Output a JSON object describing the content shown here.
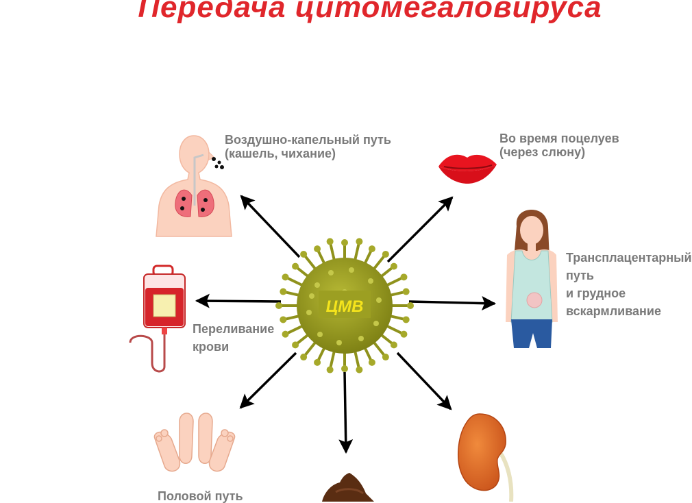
{
  "title": "Передача цитомегаловируса",
  "center": {
    "label": "ЦМВ"
  },
  "routes": {
    "airborne": {
      "line1": "Воздушно-капельный путь",
      "line2": "(кашель, чихание)"
    },
    "kiss": {
      "line1": "Во время поцелуев",
      "line2": "(через слюну)"
    },
    "placental": {
      "line1": "Трансплацентарный",
      "line2": "путь",
      "line3": "и грудное",
      "line4": "вскармливание"
    },
    "blood": {
      "line1": "Переливание",
      "line2": "крови"
    },
    "sexual": {
      "line1": "Половой путь"
    }
  },
  "colors": {
    "title": "#e0262b",
    "label": "#7a7a7a",
    "virus": "#9a9d1e",
    "virus_label": "#f5e41c",
    "arrow": "#000000"
  },
  "icons": [
    "lungs-icon",
    "lips-icon",
    "pregnant-woman-icon",
    "blood-bag-icon",
    "feet-icon",
    "feces-icon",
    "kidney-icon",
    "virus-icon"
  ]
}
